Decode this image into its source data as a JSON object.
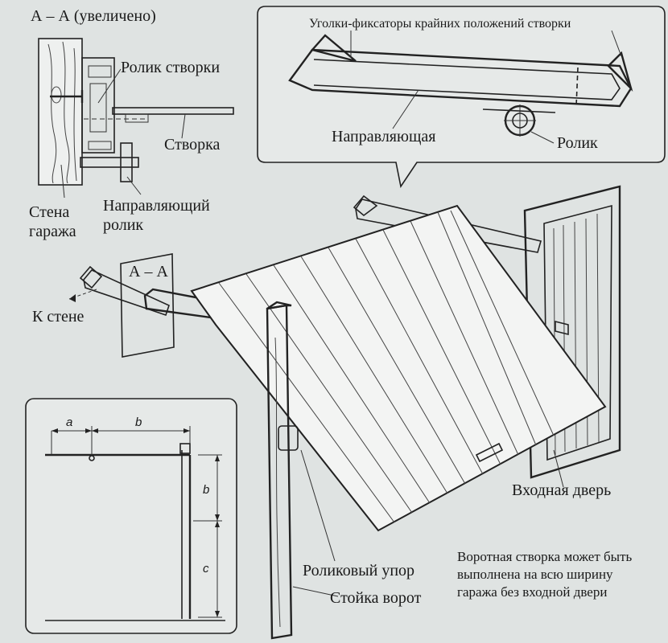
{
  "labels": {
    "section_title": "А – А (увеличено)",
    "sash_roller": "Ролик створки",
    "sash": "Створка",
    "garage_wall_1": "Стена",
    "garage_wall_2": "гаража",
    "guide_roller_1": "Направляющий",
    "guide_roller_2": "ролик",
    "stops": "Уголки-фиксаторы крайних положений створки",
    "guide": "Направляющая",
    "roller": "Ролик",
    "section_mark": "А – А",
    "to_wall": "К стене",
    "entrance_door": "Входная дверь",
    "roller_stop": "Роликовый упор",
    "gate_post": "Стойка ворот",
    "note_1": "Воротная створка может быть",
    "note_2": "выполнена на всю ширину",
    "note_3": "гаража без входной двери"
  },
  "dimensions": {
    "a": "a",
    "b": "b",
    "b_vertical": "b",
    "c": "c"
  },
  "colors": {
    "background": "#dfe3e2",
    "line": "#222222",
    "panel": "#f3f4f3"
  }
}
